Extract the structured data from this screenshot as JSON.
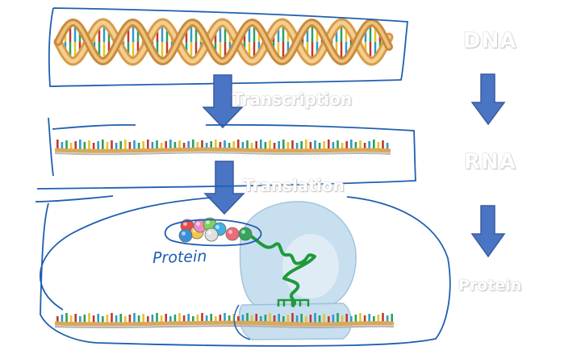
{
  "labels": {
    "dna": "DNA",
    "transcription": "Transcription",
    "rna": "RNA",
    "translation": "Translation",
    "protein_right": "Protein",
    "protein_handwritten": "Protein"
  },
  "colors": {
    "arrow": "#4a74c4",
    "ink": "#1f5fb0",
    "helix_backbone": "#e4b46a",
    "rna_backbone": "#d9a85c",
    "ribosome": "#b9d6ea",
    "polypeptide": "#1e9a3a",
    "base_colors": [
      "#c0392b",
      "#2e9bc6",
      "#2ca05a",
      "#e6c229"
    ],
    "amino_acids": [
      "#e84a4a",
      "#f2c94c",
      "#3b8fd9",
      "#7dd35a",
      "#e0e0e0",
      "#3fb1e6",
      "#f06a7a",
      "#35a35a"
    ]
  },
  "icons": {
    "flow_arrows": "down-arrow-icon",
    "dna_helix": "dna-helix-icon",
    "rna_strand": "rna-strand-icon",
    "ribosome": "ribosome-icon"
  }
}
